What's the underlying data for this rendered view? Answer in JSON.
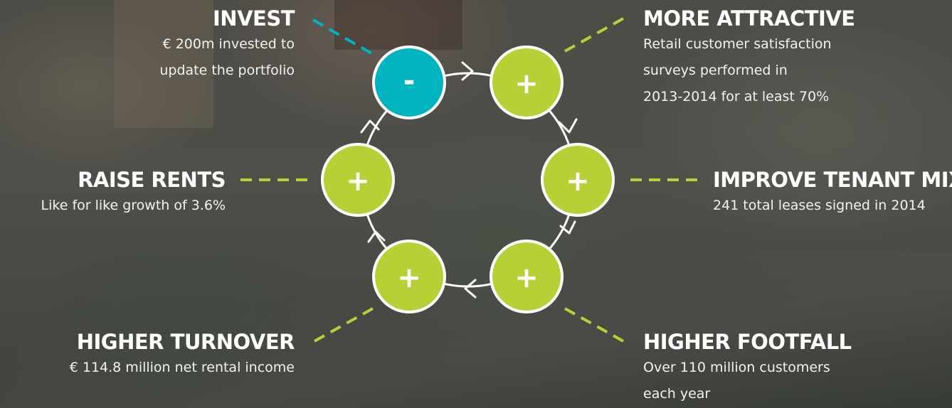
{
  "colors": {
    "green": "#b5d135",
    "teal": "#00b4bf",
    "stroke": "#ffffff"
  },
  "nodes": [
    {
      "id": "invest",
      "symbol": "-"
    },
    {
      "id": "more-attractive",
      "symbol": "+"
    },
    {
      "id": "improve-tenant-mix",
      "symbol": "+"
    },
    {
      "id": "higher-footfall",
      "symbol": "+"
    },
    {
      "id": "higher-turnover",
      "symbol": "+"
    },
    {
      "id": "raise-rents",
      "symbol": "+"
    }
  ],
  "labels": {
    "invest": {
      "title": "INVEST",
      "lines": [
        "€ 200m invested to",
        "update the portfolio"
      ]
    },
    "more_attractive": {
      "title": "MORE ATTRACTIVE",
      "lines": [
        "Retail customer satisfaction",
        "surveys performed in",
        "2013-2014 for at least 70%"
      ]
    },
    "improve_tenant_mix": {
      "title": "IMPROVE TENANT MIX",
      "lines": [
        "241 total leases signed in 2014"
      ]
    },
    "higher_footfall": {
      "title": "HIGHER FOOTFALL",
      "lines": [
        "Over 110 million customers",
        "each year"
      ]
    },
    "higher_turnover": {
      "title": "HIGHER TURNOVER",
      "lines": [
        "€ 114.8 million net rental income"
      ]
    },
    "raise_rents": {
      "title": "RAISE RENTS",
      "lines": [
        "Like for like growth of 3.6%"
      ]
    }
  }
}
